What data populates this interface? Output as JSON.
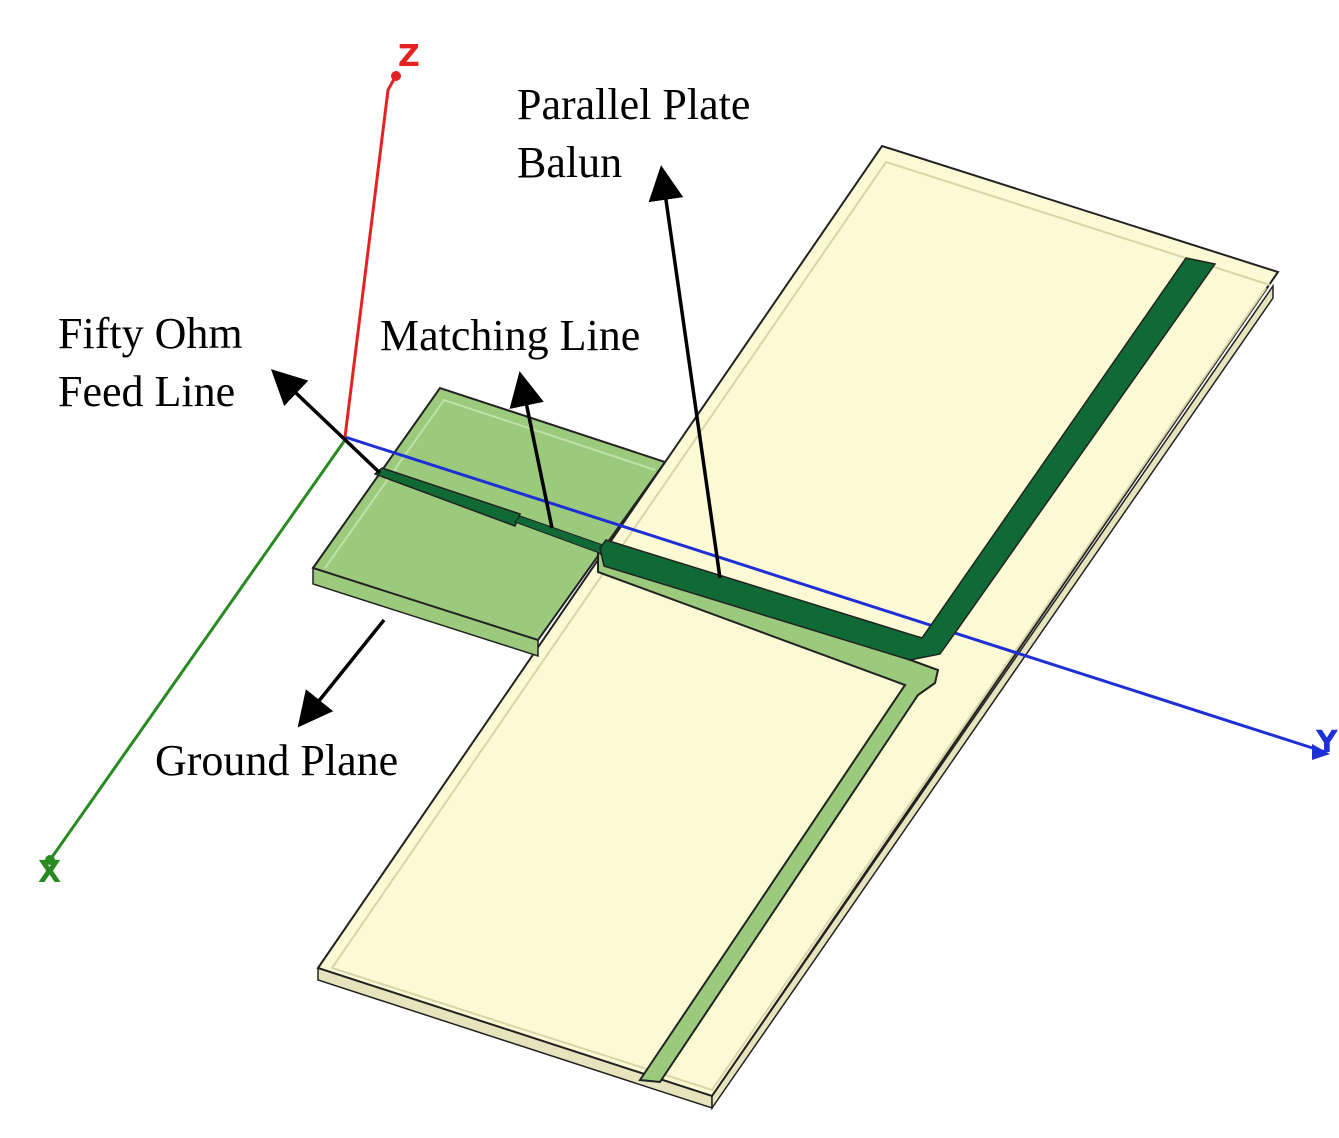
{
  "labels": {
    "parallel_plate_balun": [
      "Parallel Plate",
      "Balun"
    ],
    "fifty_ohm_feed_line": [
      "Fifty Ohm",
      "Feed Line"
    ],
    "matching_line": "Matching Line",
    "ground_plane": "Ground Plane"
  },
  "axes": {
    "z": "Z",
    "y": "Y",
    "x": "X"
  },
  "colors": {
    "z_axis": "#e52222",
    "y_axis": "#1f2fd6",
    "x_axis": "#2a8a22",
    "substrate": "#fbfad4",
    "substrate_edge": "#e6e4bc",
    "ground_plane": "#9bca7d",
    "trace": "#0f6a35",
    "outline": "#222222"
  }
}
